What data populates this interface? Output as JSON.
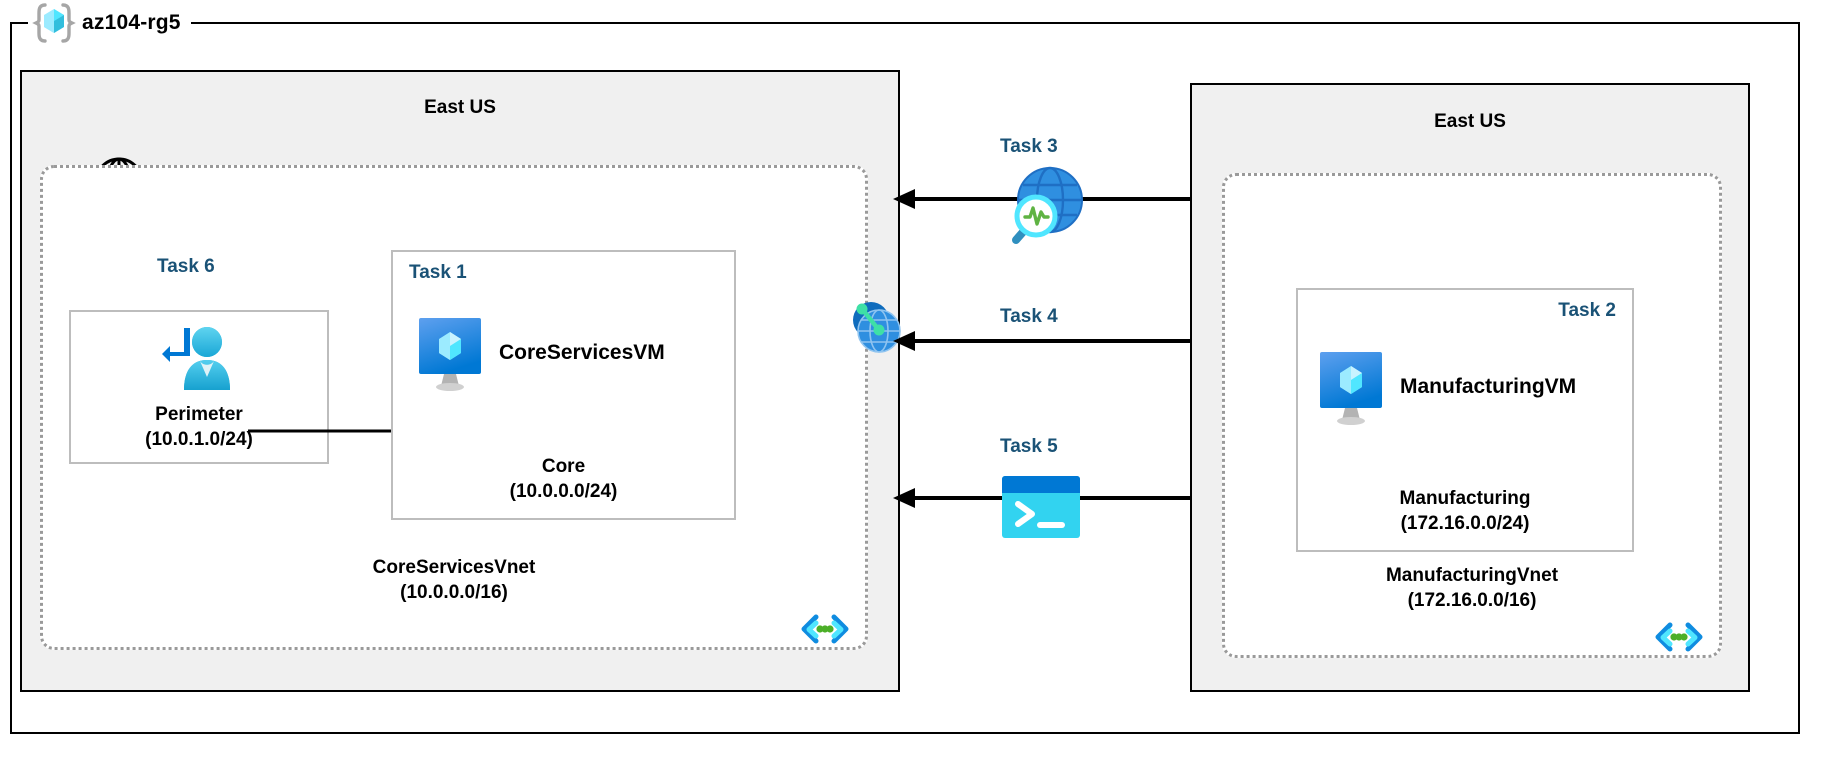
{
  "resource_group": {
    "name": "az104-rg5",
    "icon": "resource-group-cube-icon"
  },
  "regions": [
    {
      "id": "left",
      "title": "East US"
    },
    {
      "id": "right",
      "title": "East US"
    }
  ],
  "internet": {
    "icon": "globe-icon"
  },
  "vnets": [
    {
      "id": "core",
      "name": "CoreServicesVnet",
      "cidr": "(10.0.0.0/16)",
      "icon": "virtual-network-icon"
    },
    {
      "id": "manufacturing",
      "name": "ManufacturingVnet",
      "cidr": "(172.16.0.0/16)",
      "icon": "virtual-network-icon"
    }
  ],
  "subnets": [
    {
      "id": "perimeter",
      "task": "Task 6",
      "task_align": "center",
      "name": "Perimeter",
      "cidr": "(10.0.1.0/24)",
      "icon": "bastion-user-icon"
    },
    {
      "id": "core",
      "task": "Task 1",
      "task_align": "left",
      "name": "Core",
      "cidr": "(10.0.0.0/24)",
      "vm": {
        "name": "CoreServicesVM",
        "icon": "virtual-machine-icon"
      }
    },
    {
      "id": "manufacturing",
      "task": "Task 2",
      "task_align": "right",
      "name": "Manufacturing",
      "cidr": "(172.16.0.0/24)",
      "vm": {
        "name": "ManufacturingVM",
        "icon": "virtual-machine-icon"
      }
    }
  ],
  "connections": [
    {
      "id": "task3",
      "label": "Task 3",
      "icon": "network-watcher-icon",
      "direction": "bidirectional"
    },
    {
      "id": "task4",
      "label": "Task 4",
      "icon": "vnet-peering-icon",
      "direction": "bidirectional"
    },
    {
      "id": "task5",
      "label": "Task 5",
      "icon": "cloud-shell-icon",
      "direction": "bidirectional"
    }
  ],
  "peering_badges": [
    {
      "id": "peer-left",
      "icon": "vnet-peering-icon"
    },
    {
      "id": "peer-right",
      "icon": "vnet-peering-icon"
    }
  ],
  "colors": {
    "task_label": "#1a5276",
    "region_fill": "#f0f0f0",
    "region_border": "#000000",
    "vnet_border": "#9a9a9a",
    "subnet_border": "#bdbdbd",
    "azure_blue": "#0078d4",
    "cyan": "#32bedd",
    "green": "#5fb343"
  }
}
